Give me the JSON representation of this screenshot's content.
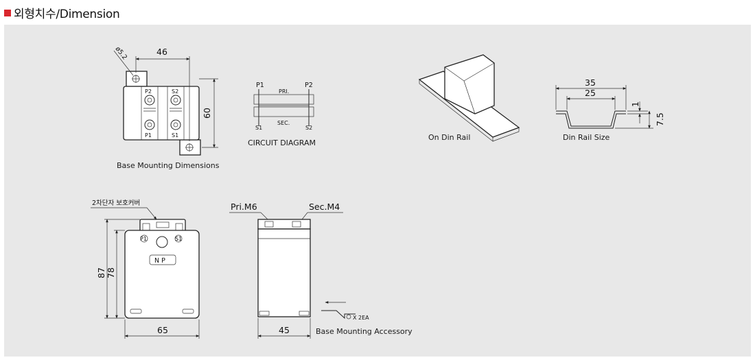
{
  "header": {
    "title": "외형치수/Dimension",
    "bullet_color": "#d9272e"
  },
  "captions": {
    "base_mounting": "Base Mounting Dimensions",
    "circuit": "CIRCUIT DIAGRAM",
    "din_rail": "On Din Rail",
    "din_rail_size": "Din Rail Size",
    "accessory": "Base Mounting Accessory"
  },
  "base_mounting": {
    "dim_width": "46",
    "dim_height": "60",
    "dim_hole": "ø5.2",
    "terminals": {
      "p2": "P2",
      "s2": "S2",
      "p1": "P1",
      "s1": "S1"
    }
  },
  "circuit": {
    "p1": "P1",
    "p2": "P2",
    "pri": "PRI.",
    "sec": "SEC.",
    "s1": "S1",
    "s2": "S2"
  },
  "din_size": {
    "d35": "35",
    "d25": "25",
    "d1": "1",
    "d75": "7.5"
  },
  "front_view": {
    "cover_label": "2차단자 보호커버",
    "np": "N P",
    "p1": "P1",
    "s1": "S1",
    "d87": "87",
    "d78": "78",
    "d65": "65"
  },
  "side_view": {
    "pri": "Pri.M6",
    "sec": "Sec.M4",
    "d45": "45",
    "qty": "X 2EA"
  }
}
